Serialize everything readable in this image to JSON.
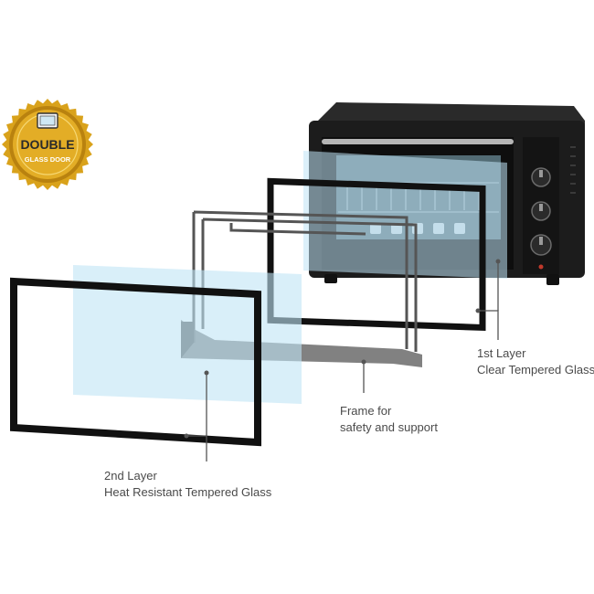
{
  "badge": {
    "line1": "DOUBLE",
    "line2": "GLASS DOOR",
    "gold": "#d9a21b",
    "gold_dark": "#a8730a",
    "gold_light": "#f3cf55"
  },
  "oven": {
    "body_color": "#1c1c1c",
    "panel_color": "#141414",
    "knob_count": 3,
    "indicator_color": "#c0392b"
  },
  "glass": {
    "tint": "#bfe4f5",
    "frame_color": "#111111",
    "support_frame_color": "#555555"
  },
  "labels": {
    "layer1": {
      "title": "1st Layer",
      "desc": "Clear Tempered Glass"
    },
    "frame": {
      "title": "Frame for",
      "desc": "safety and support"
    },
    "layer2": {
      "title": "2nd Layer",
      "desc": "Heat Resistant Tempered Glass"
    }
  }
}
